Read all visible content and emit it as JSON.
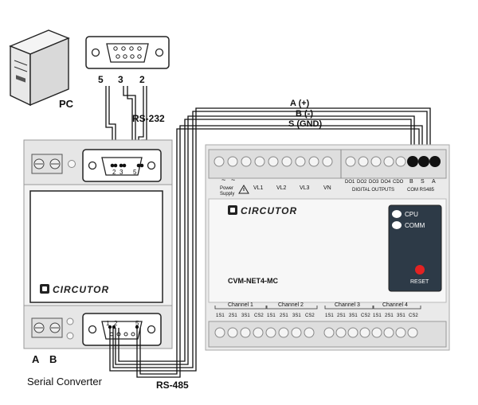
{
  "pc": {
    "label": "PC"
  },
  "db9_pc": {
    "pins": [
      "5",
      "3",
      "2"
    ]
  },
  "links": {
    "rs232": "RS-232",
    "rs485": "RS-485"
  },
  "bus": {
    "a": "A (+)",
    "b": "B (-)",
    "s": "S (GND)"
  },
  "converter": {
    "brand": "CIRCUTOR",
    "top_pins": [
      "2",
      "3",
      "5"
    ],
    "bottom_pins": [
      "1",
      "2",
      "5"
    ],
    "terminals": [
      "A",
      "B"
    ],
    "caption": "Serial Converter"
  },
  "meter": {
    "brand": "CIRCUTOR",
    "model": "CVM-NET4-MC",
    "power": {
      "tilde1": "~",
      "tilde2": "~",
      "label1": "Power",
      "label2": "Supply"
    },
    "voltage_labels": [
      "VL1",
      "VL2",
      "VL3",
      "VN"
    ],
    "digital_outputs": [
      "DO1",
      "DO2",
      "DO3",
      "DO4",
      "CDO"
    ],
    "digital_outputs_label": "DIGITAL OUTPUTS",
    "com_pins": [
      "B",
      "S",
      "A"
    ],
    "com_label": "COM RS485",
    "leds": [
      "CPU",
      "COMM"
    ],
    "reset": "RESET",
    "channels": [
      "Channel 1",
      "Channel 2",
      "Channel 3",
      "Channel 4"
    ],
    "channel_terminals": [
      "1S1",
      "2S1",
      "3S1",
      "CS2"
    ]
  },
  "colors": {
    "panel": "#2d3a47",
    "reset_led": "#e32222",
    "line": "#111111",
    "case": "#dcdcdc"
  }
}
